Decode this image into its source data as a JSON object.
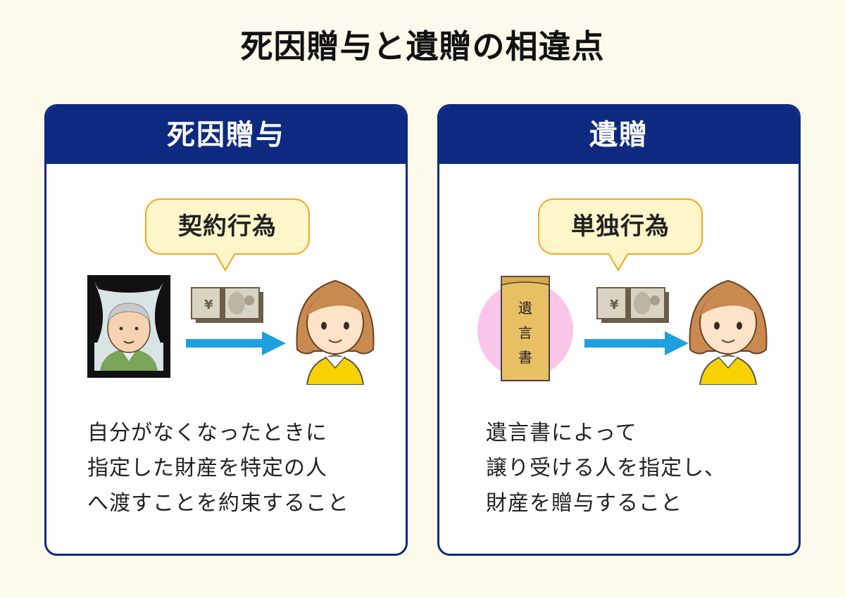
{
  "title": "死因贈与と遺贈の相違点",
  "cards": [
    {
      "heading": "死因贈与",
      "bubble": "契約行為",
      "lines": [
        "自分がなくなったときに",
        "指定した財産を特定の人",
        "へ渡すことを約束すること"
      ]
    },
    {
      "heading": "遺贈",
      "bubble": "単独行為",
      "will_label": [
        "遺",
        "言",
        "書"
      ],
      "lines": [
        "遺言書によって",
        "譲り受ける人を指定し、",
        "財産を贈与すること"
      ]
    }
  ],
  "money_symbol": "¥",
  "icons": [
    "memorial-portrait-icon",
    "banknote-bundle-icon",
    "arrow-right-icon",
    "woman-recipient-icon",
    "will-envelope-icon"
  ],
  "colors": {
    "background": "#fdfaeb",
    "card_header": "#0d2a80",
    "bubble_fill": "#fff6c9",
    "bubble_border": "#f2a524",
    "arrow": "#1f9fe0",
    "pink_circle": "#fbc6e8"
  }
}
